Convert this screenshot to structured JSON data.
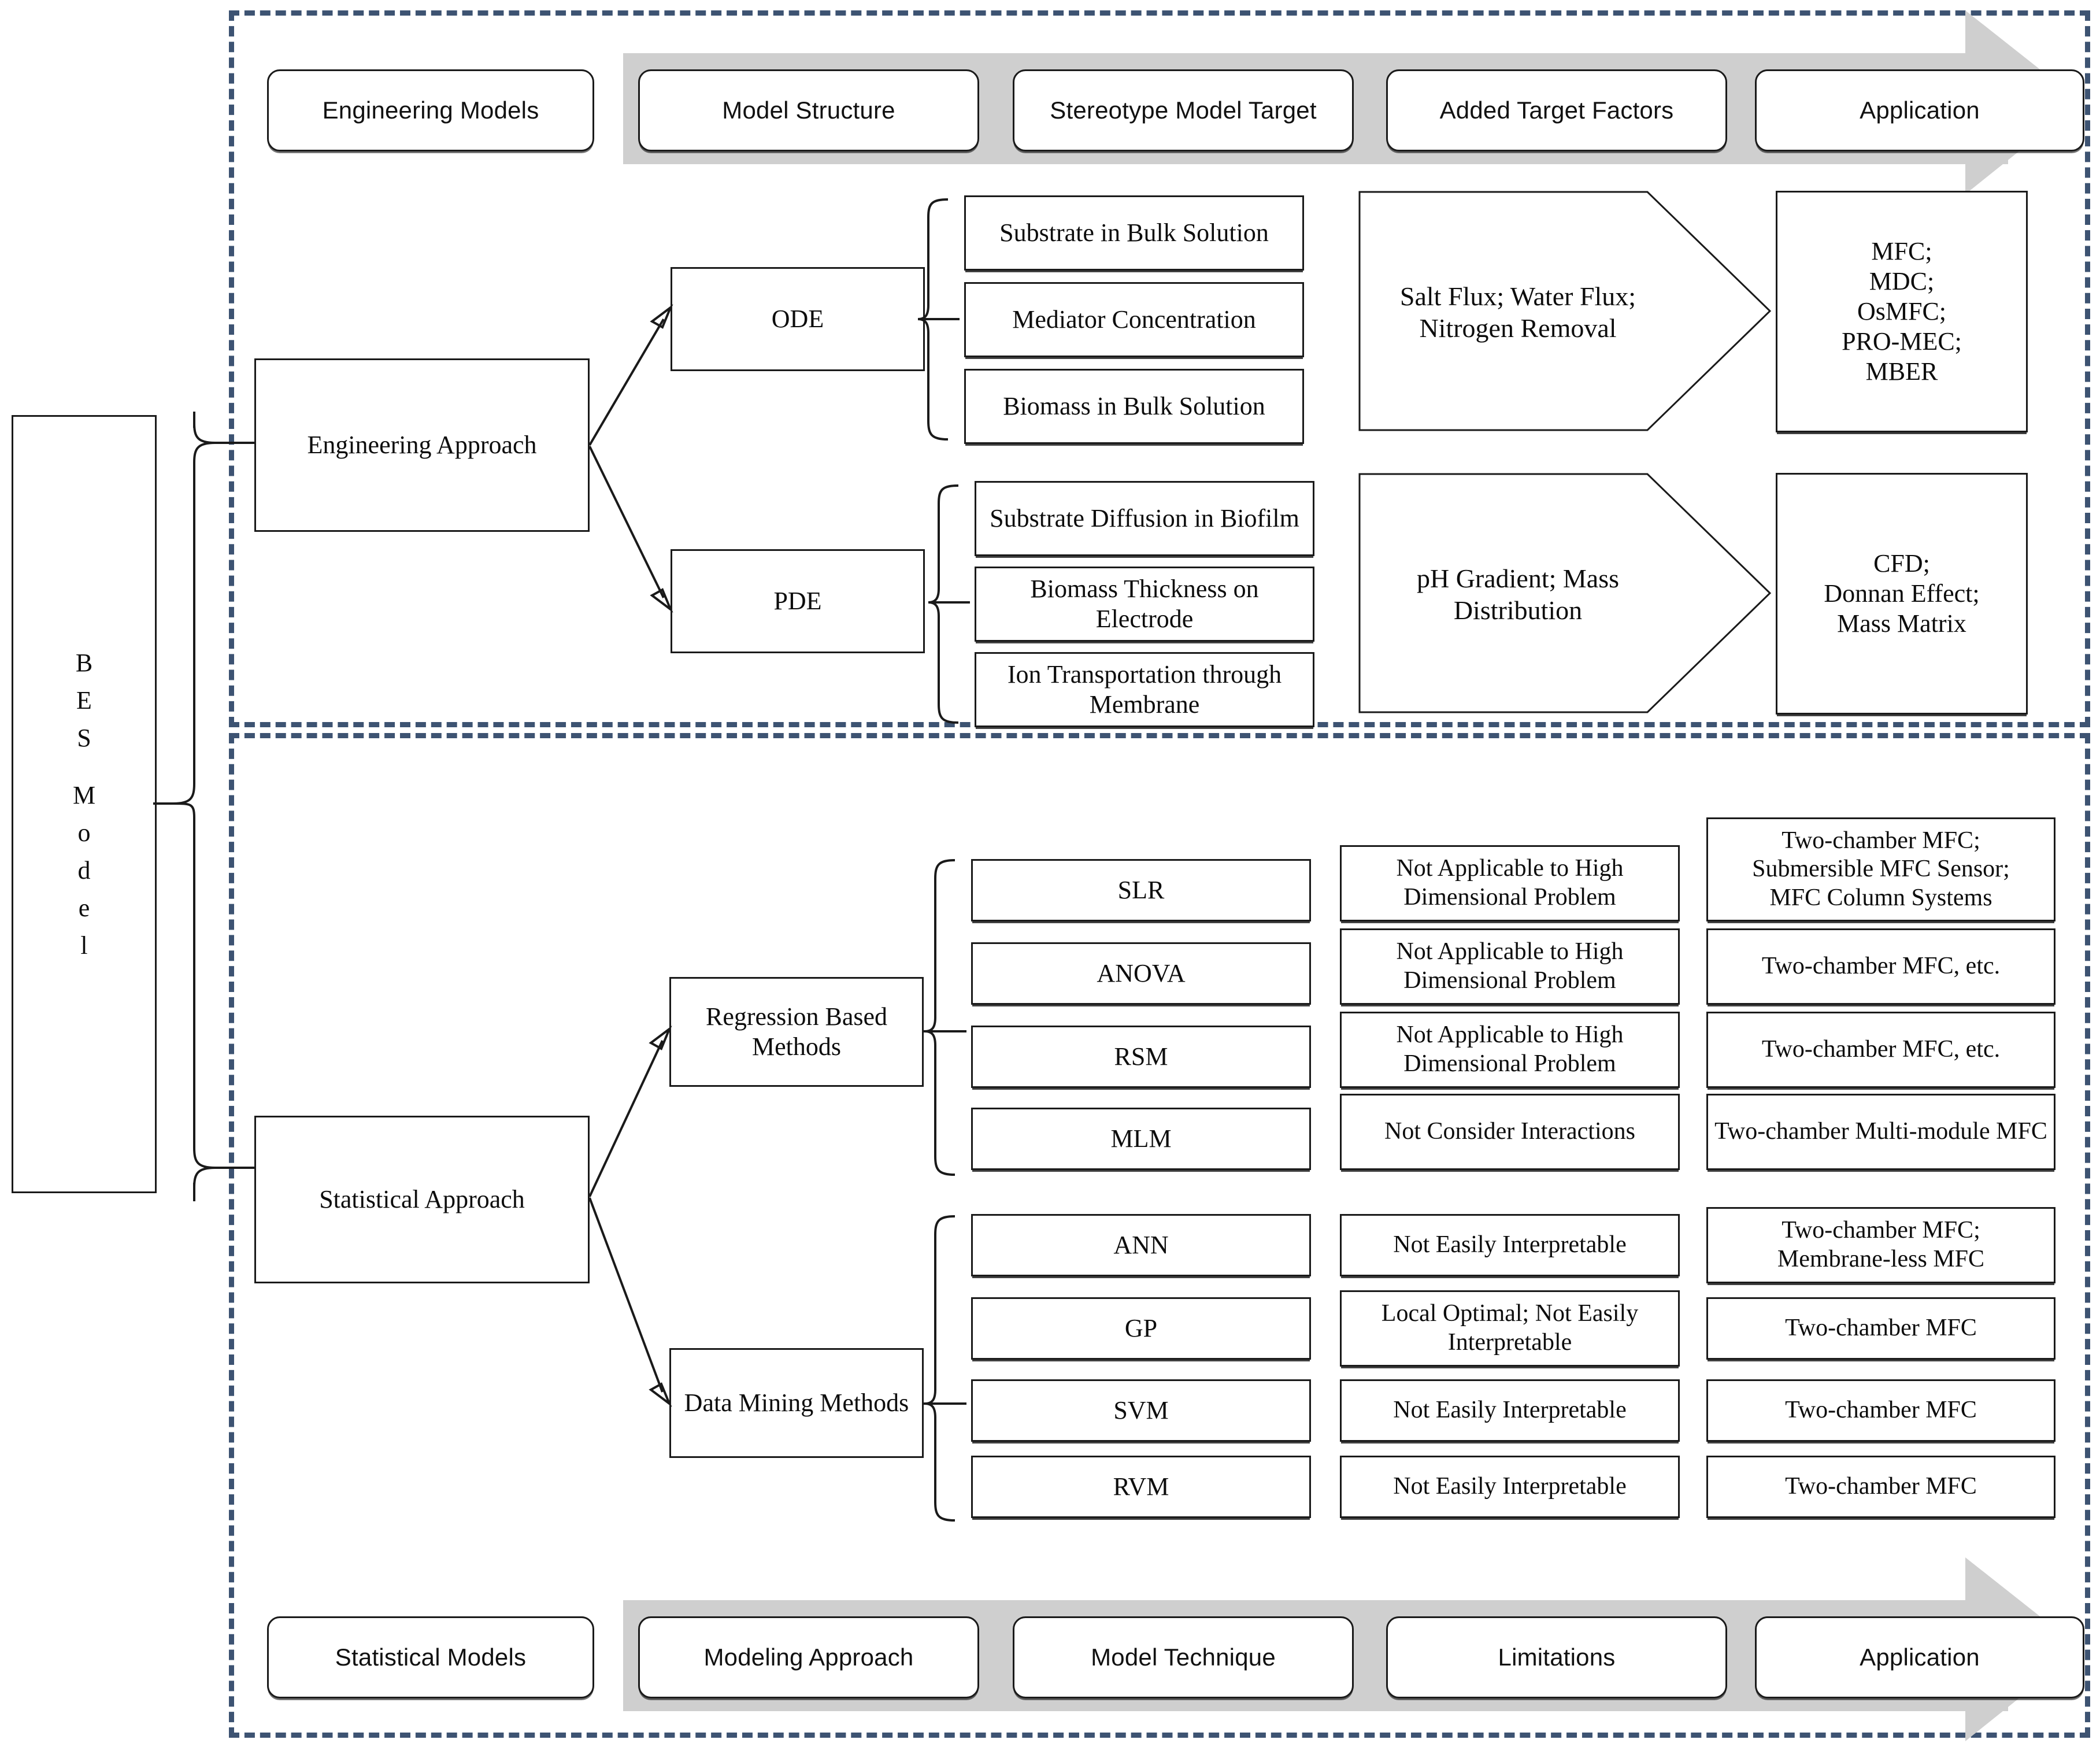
{
  "colors": {
    "frame_dashed": "#3d5372",
    "ribbon_gray": "#cfcfcf",
    "node_border": "#1a1a1a",
    "text": "#0d0d0d"
  },
  "root_node": {
    "label": "BES Model",
    "letters": [
      "B",
      "E",
      "S",
      "",
      "M",
      "o",
      "d",
      "e",
      "l"
    ]
  },
  "engineering_section": {
    "header_chips": [
      {
        "label": "Engineering Models",
        "on_ribbon": false
      },
      {
        "label": "Model Structure",
        "on_ribbon": true
      },
      {
        "label": "Stereotype Model Target",
        "on_ribbon": true
      },
      {
        "label": "Added Target Factors",
        "on_ribbon": true
      },
      {
        "label": "Application",
        "on_ribbon": true
      }
    ],
    "approach": "Engineering Approach",
    "branches": [
      {
        "structure": "ODE",
        "targets": [
          "Substrate in Bulk Solution",
          "Mediator Concentration",
          "Biomass in Bulk Solution"
        ],
        "added_factors": "Salt Flux; Water Flux; Nitrogen Removal",
        "application": "MFC;\nMDC;\nOsMFC;\nPRO-MEC;\nMBER"
      },
      {
        "structure": "PDE",
        "targets": [
          "Substrate Diffusion in Biofilm",
          "Biomass Thickness on Electrode",
          "Ion Transportation through Membrane"
        ],
        "added_factors": "pH Gradient; Mass Distribution",
        "application": "CFD;\nDonnan Effect;\nMass Matrix"
      }
    ]
  },
  "statistical_section": {
    "footer_chips": [
      {
        "label": "Statistical Models",
        "on_ribbon": false
      },
      {
        "label": "Modeling Approach",
        "on_ribbon": true
      },
      {
        "label": "Model Technique",
        "on_ribbon": true
      },
      {
        "label": "Limitations",
        "on_ribbon": true
      },
      {
        "label": "Application",
        "on_ribbon": true
      }
    ],
    "approach": "Statistical Approach",
    "branches": [
      {
        "group": "Regression Based Methods",
        "rows": [
          {
            "technique": "SLR",
            "limitation": "Not Applicable to High Dimensional Problem",
            "application": "Two-chamber MFC;\nSubmersible MFC Sensor;\nMFC Column Systems"
          },
          {
            "technique": "ANOVA",
            "limitation": "Not Applicable to High Dimensional Problem",
            "application": "Two-chamber MFC, etc."
          },
          {
            "technique": "RSM",
            "limitation": "Not Applicable to High Dimensional Problem",
            "application": "Two-chamber MFC, etc."
          },
          {
            "technique": "MLM",
            "limitation": "Not Consider Interactions",
            "application": "Two-chamber Multi-module MFC"
          }
        ]
      },
      {
        "group": "Data Mining Methods",
        "rows": [
          {
            "technique": "ANN",
            "limitation": "Not Easily Interpretable",
            "application": "Two-chamber MFC;\nMembrane-less MFC"
          },
          {
            "technique": "GP",
            "limitation": "Local Optimal; Not Easily Interpretable",
            "application": "Two-chamber MFC"
          },
          {
            "technique": "SVM",
            "limitation": "Not Easily Interpretable",
            "application": "Two-chamber MFC"
          },
          {
            "technique": "RVM",
            "limitation": "Not Easily Interpretable",
            "application": "Two-chamber MFC"
          }
        ]
      }
    ]
  }
}
